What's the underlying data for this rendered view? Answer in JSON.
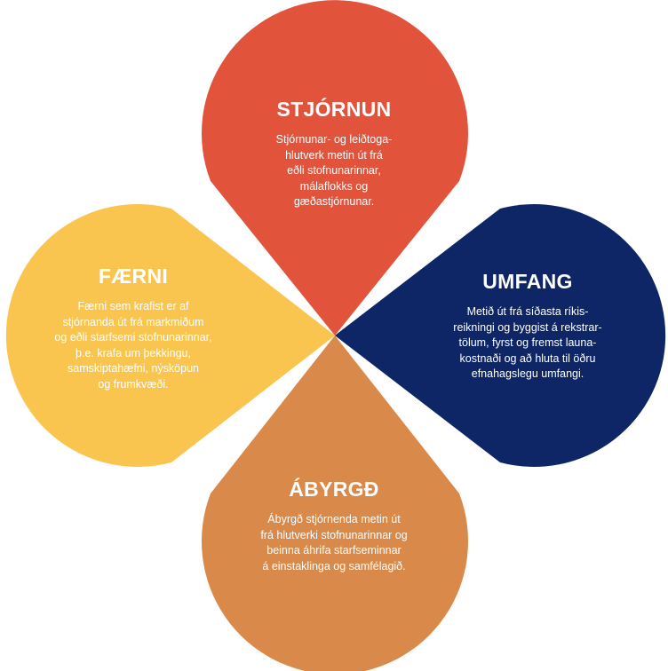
{
  "colors": {
    "stjornun": "#E2533C",
    "umfang": "#0E2665",
    "faerni": "#FAC54F",
    "abyrgd": "#D9894A",
    "text": "#FFFFFF"
  },
  "petals": {
    "top": {
      "title": "STJÓRNUN",
      "lines": [
        "Stjórnunar- og leiðtoga-",
        "hlutverk metin út frá",
        "eðli stofnunarinnar,",
        "málaflokks og",
        "gæðastjórnunar."
      ]
    },
    "right": {
      "title": "UMFANG",
      "lines": [
        "Metið út frá síðasta ríkis-",
        "reikningi og byggist á rekstrar-",
        "tölum, fyrst og fremst launa-",
        "kostnaði og að hluta til öðru",
        "efnahagslegu umfangi."
      ]
    },
    "left": {
      "title": "FÆRNI",
      "lines": [
        "Færni sem krafist er af",
        "stjórnanda út frá markmiðum",
        "og eðli starfsemi stofnunarinnar,",
        "þ.e. krafa um þekkingu,",
        "samskiptahæfni, nýsköpun",
        "og frumkvæði."
      ]
    },
    "bottom": {
      "title": "ÁBYRGÐ",
      "lines": [
        "Ábyrgð stjórnenda metin út",
        "frá hlutverki stofnunarinnar og",
        "beinna áhrifa starfseminnar",
        "á einstaklinga og samfélagið."
      ]
    }
  }
}
